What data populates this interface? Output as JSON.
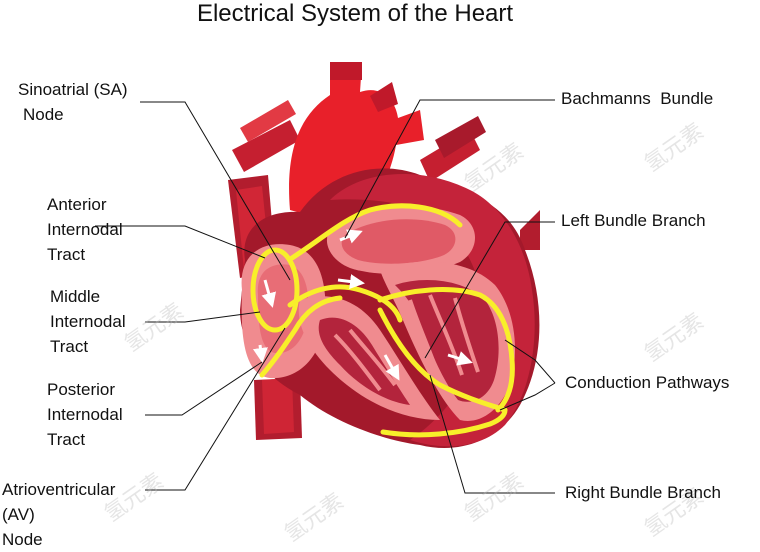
{
  "title": "Electrical System of the Heart",
  "labels": {
    "sa_node": [
      "Sinoatrial (SA)",
      "Node"
    ],
    "anterior": [
      "Anterior",
      "Internodal",
      "Tract"
    ],
    "middle": [
      "Middle",
      "Internodal",
      "Tract"
    ],
    "posterior": [
      "Posterior",
      "Internodal",
      "Tract"
    ],
    "av_node": [
      "Atrioventricular",
      "(AV)",
      "Node"
    ],
    "bachmanns": "Bachmanns  Bundle",
    "left_bundle": "Left Bundle Branch",
    "conduction": "Conduction Pathways",
    "right_bundle": "Right Bundle Branch"
  },
  "watermark": "氢元素",
  "colors": {
    "heart_red": "#e8202a",
    "dark_red": "#a3192b",
    "tissue_pink": "#f08b8f",
    "conduction_yellow": "#f8ef2a"
  }
}
